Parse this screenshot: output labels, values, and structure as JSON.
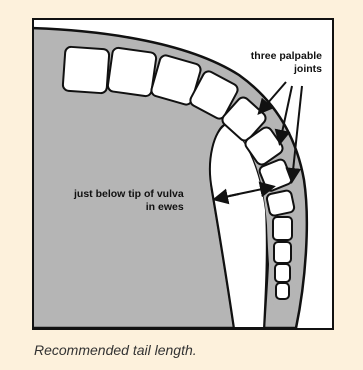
{
  "figure": {
    "labels": {
      "joints_line1": "three palpable",
      "joints_line2": "joints",
      "vulva_line1": "just below tip of vulva",
      "vulva_line2": "in ewes"
    },
    "colors": {
      "body_fill": "#b5b5b5",
      "vertebra_fill": "#ffffff",
      "outline": "#111111",
      "page_background": "#fdf1dc",
      "frame_background": "#ffffff"
    }
  },
  "caption": "Recommended tail length."
}
